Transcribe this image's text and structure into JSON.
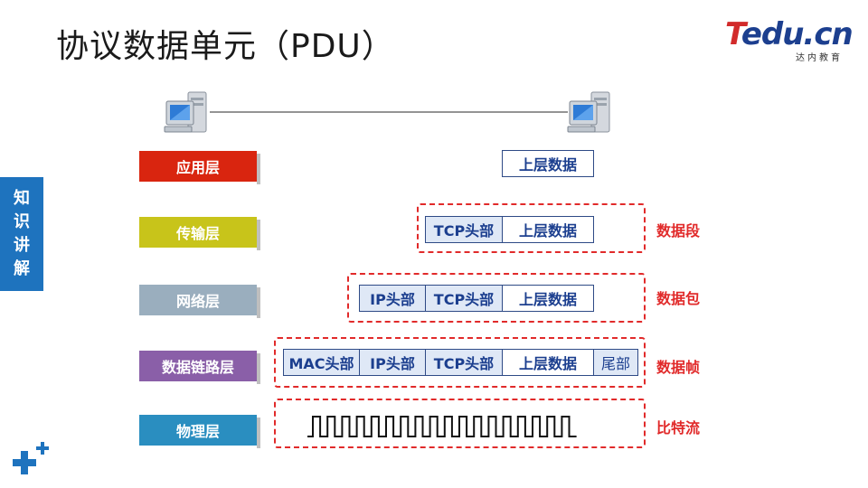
{
  "title": "协议数据单元（PDU）",
  "logo": {
    "main_first": "T",
    "main_rest": "edu.cn",
    "sub": "达内教育"
  },
  "side_tab": [
    "知",
    "识",
    "讲",
    "解"
  ],
  "layers": [
    {
      "label": "应用层",
      "color": "#d9250f"
    },
    {
      "label": "传输层",
      "color": "#c8c41a"
    },
    {
      "label": "网络层",
      "color": "#9aaebe"
    },
    {
      "label": "数据链路层",
      "color": "#8a5fa8"
    },
    {
      "label": "物理层",
      "color": "#2a8ec0"
    }
  ],
  "pdu_rows": {
    "application": {
      "data": "上层数据"
    },
    "transport": {
      "tcp": "TCP头部",
      "data": "上层数据",
      "pdu": "数据段"
    },
    "network": {
      "ip": "IP头部",
      "tcp": "TCP头部",
      "data": "上层数据",
      "pdu": "数据包"
    },
    "datalink": {
      "mac": "MAC头部",
      "ip": "IP头部",
      "tcp": "TCP头部",
      "data": "上层数据",
      "tail": "尾部",
      "pdu": "数据帧"
    },
    "physical": {
      "pdu": "比特流"
    }
  },
  "icons": {
    "computer_left": "computer-icon",
    "computer_right": "computer-icon"
  }
}
